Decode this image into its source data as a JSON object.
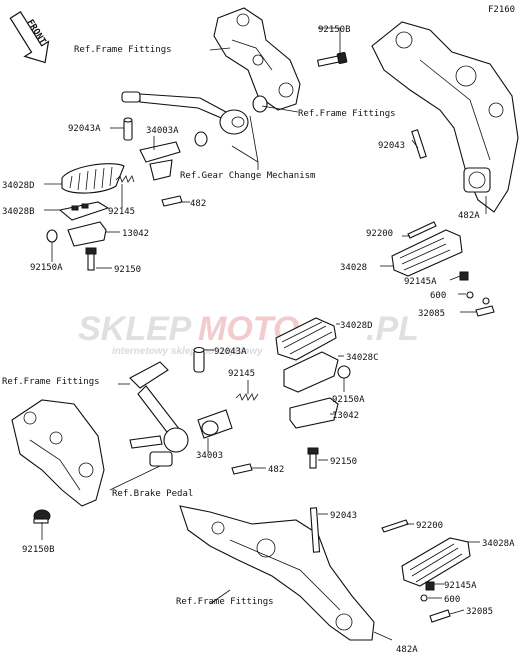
{
  "figure_code": "F2160",
  "front_label": "FRONT",
  "watermark": {
    "brand_a": "SKLEP",
    "brand_b": "MOTO",
    "brand_c": ".PL",
    "sub": "internetowy sklep motocyklowy"
  },
  "labels": {
    "ref_frame_1": "Ref.Frame Fittings",
    "ref_frame_2": "Ref.Frame Fittings",
    "ref_frame_3": "Ref.Frame Fittings",
    "ref_frame_4": "Ref.Frame Fittings",
    "ref_gear": "Ref.Gear Change Mechanism",
    "ref_brake": "Ref.Brake Pedal",
    "p92150B_top": "92150B",
    "p92043A_top": "92043A",
    "p34003A": "34003A",
    "p92043_right": "92043",
    "p34028D_left": "34028D",
    "p34028B": "34028B",
    "p92145_left": "92145",
    "p482_left": "482",
    "p13042_left": "13042",
    "p92150A_left": "92150A",
    "p92150_left": "92150",
    "p482A_right": "482A",
    "p92200_right": "92200",
    "p34028_right": "34028",
    "p92145A_right": "92145A",
    "p600_right": "600",
    "p32085_right": "32085",
    "p34028D_mid": "34028D",
    "p92043A_mid": "92043A",
    "p34028C": "34028C",
    "p92145_mid": "92145",
    "p92150A_mid": "92150A",
    "p13042_mid": "13042",
    "p34003": "34003",
    "p482_mid": "482",
    "p92150_mid": "92150",
    "p92150B_bot": "92150B",
    "p92043_bot": "92043",
    "p92200_bot": "92200",
    "p34028A": "34028A",
    "p92145A_bot": "92145A",
    "p600_bot": "600",
    "p32085_bot": "32085",
    "p482A_bot": "482A"
  }
}
